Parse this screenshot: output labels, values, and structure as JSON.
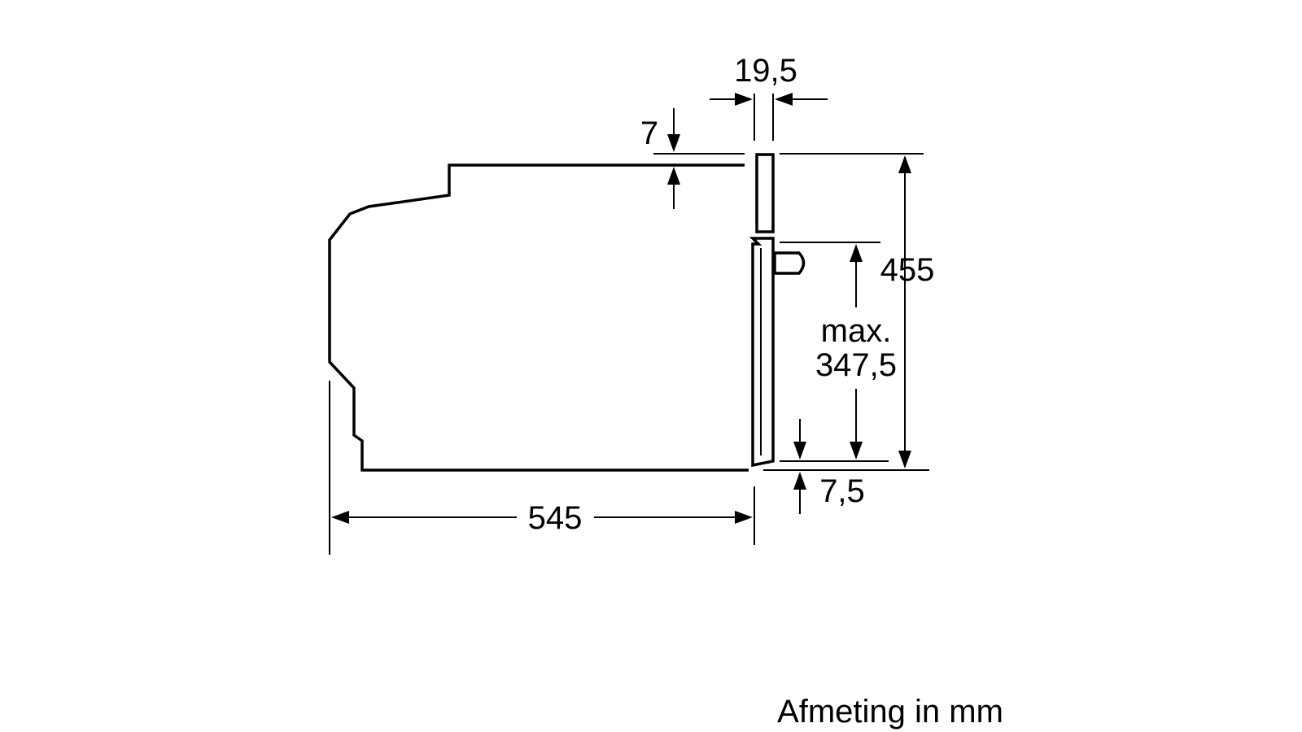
{
  "dimensions": {
    "top_offset": "7",
    "front_thickness": "19,5",
    "total_height": "455",
    "max_label": "max.",
    "max_value": "347,5",
    "bottom_offset": "7,5",
    "depth": "545"
  },
  "caption": "Afmeting in mm",
  "colors": {
    "line": "#000000",
    "background": "#ffffff"
  }
}
